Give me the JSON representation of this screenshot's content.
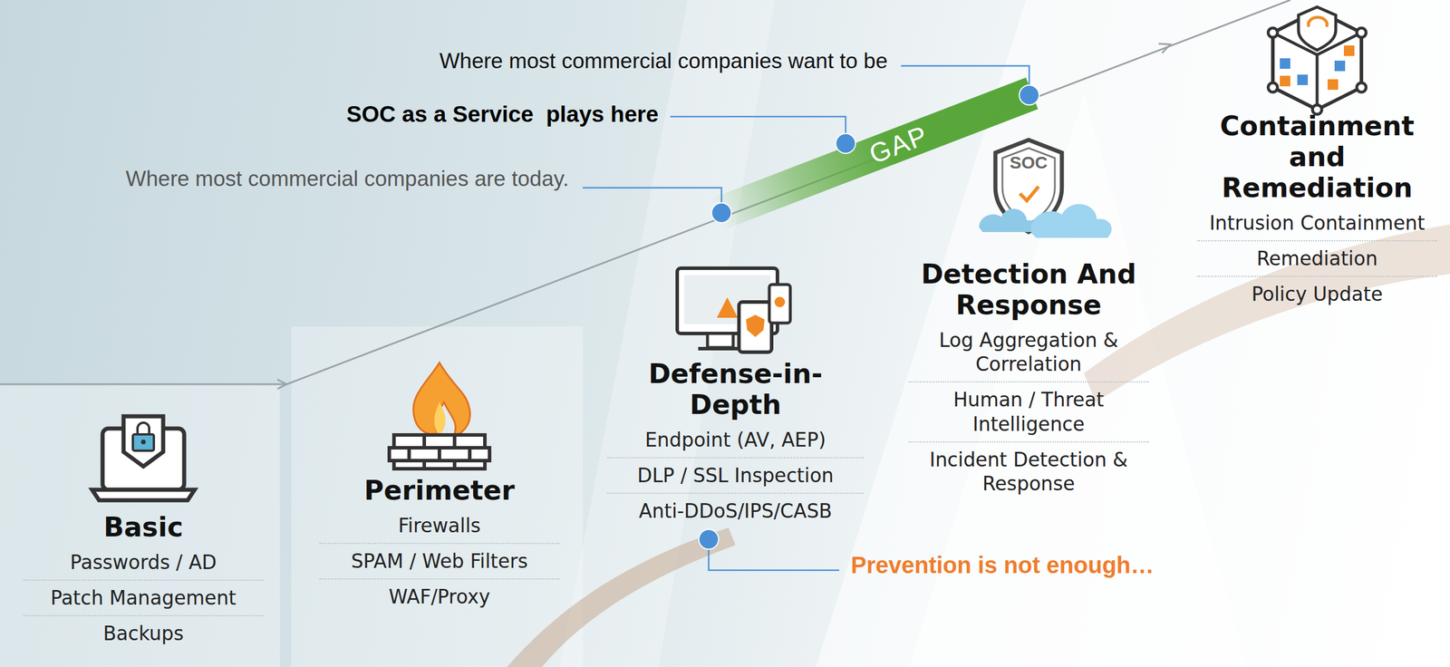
{
  "diagram": {
    "nodes": [
      {
        "text": [
          "Basic",
          "Passwords / AD",
          "Patch Management",
          "Backups"
        ]
      },
      {
        "text": [
          "Perimeter",
          "Firewalls",
          "SPAM / Web Filters",
          "WAF/Proxy"
        ]
      },
      {
        "text": [
          "Defense-in-Depth",
          "Endpoint (AV, AEP)",
          "DLP / SSL Inspection",
          "Anti-DDoS/IPS/CASB"
        ]
      },
      {
        "text": [
          "Detection And Response",
          "Log Aggregation & Correlation",
          "Human / Threat Intelligence",
          "Incident Detection & Response"
        ]
      },
      {
        "text": [
          "Containment and Remediation",
          "Intrusion Containment",
          "Remediation",
          "Policy Update"
        ]
      },
      {
        "text": [
          "GAP"
        ]
      }
    ],
    "labels": [
      "Where most commercial companies want to be",
      "SOC as a Service  plays here",
      "Where most commercial companies are today.",
      "Prevention is not enough…",
      "SOC"
    ]
  }
}
